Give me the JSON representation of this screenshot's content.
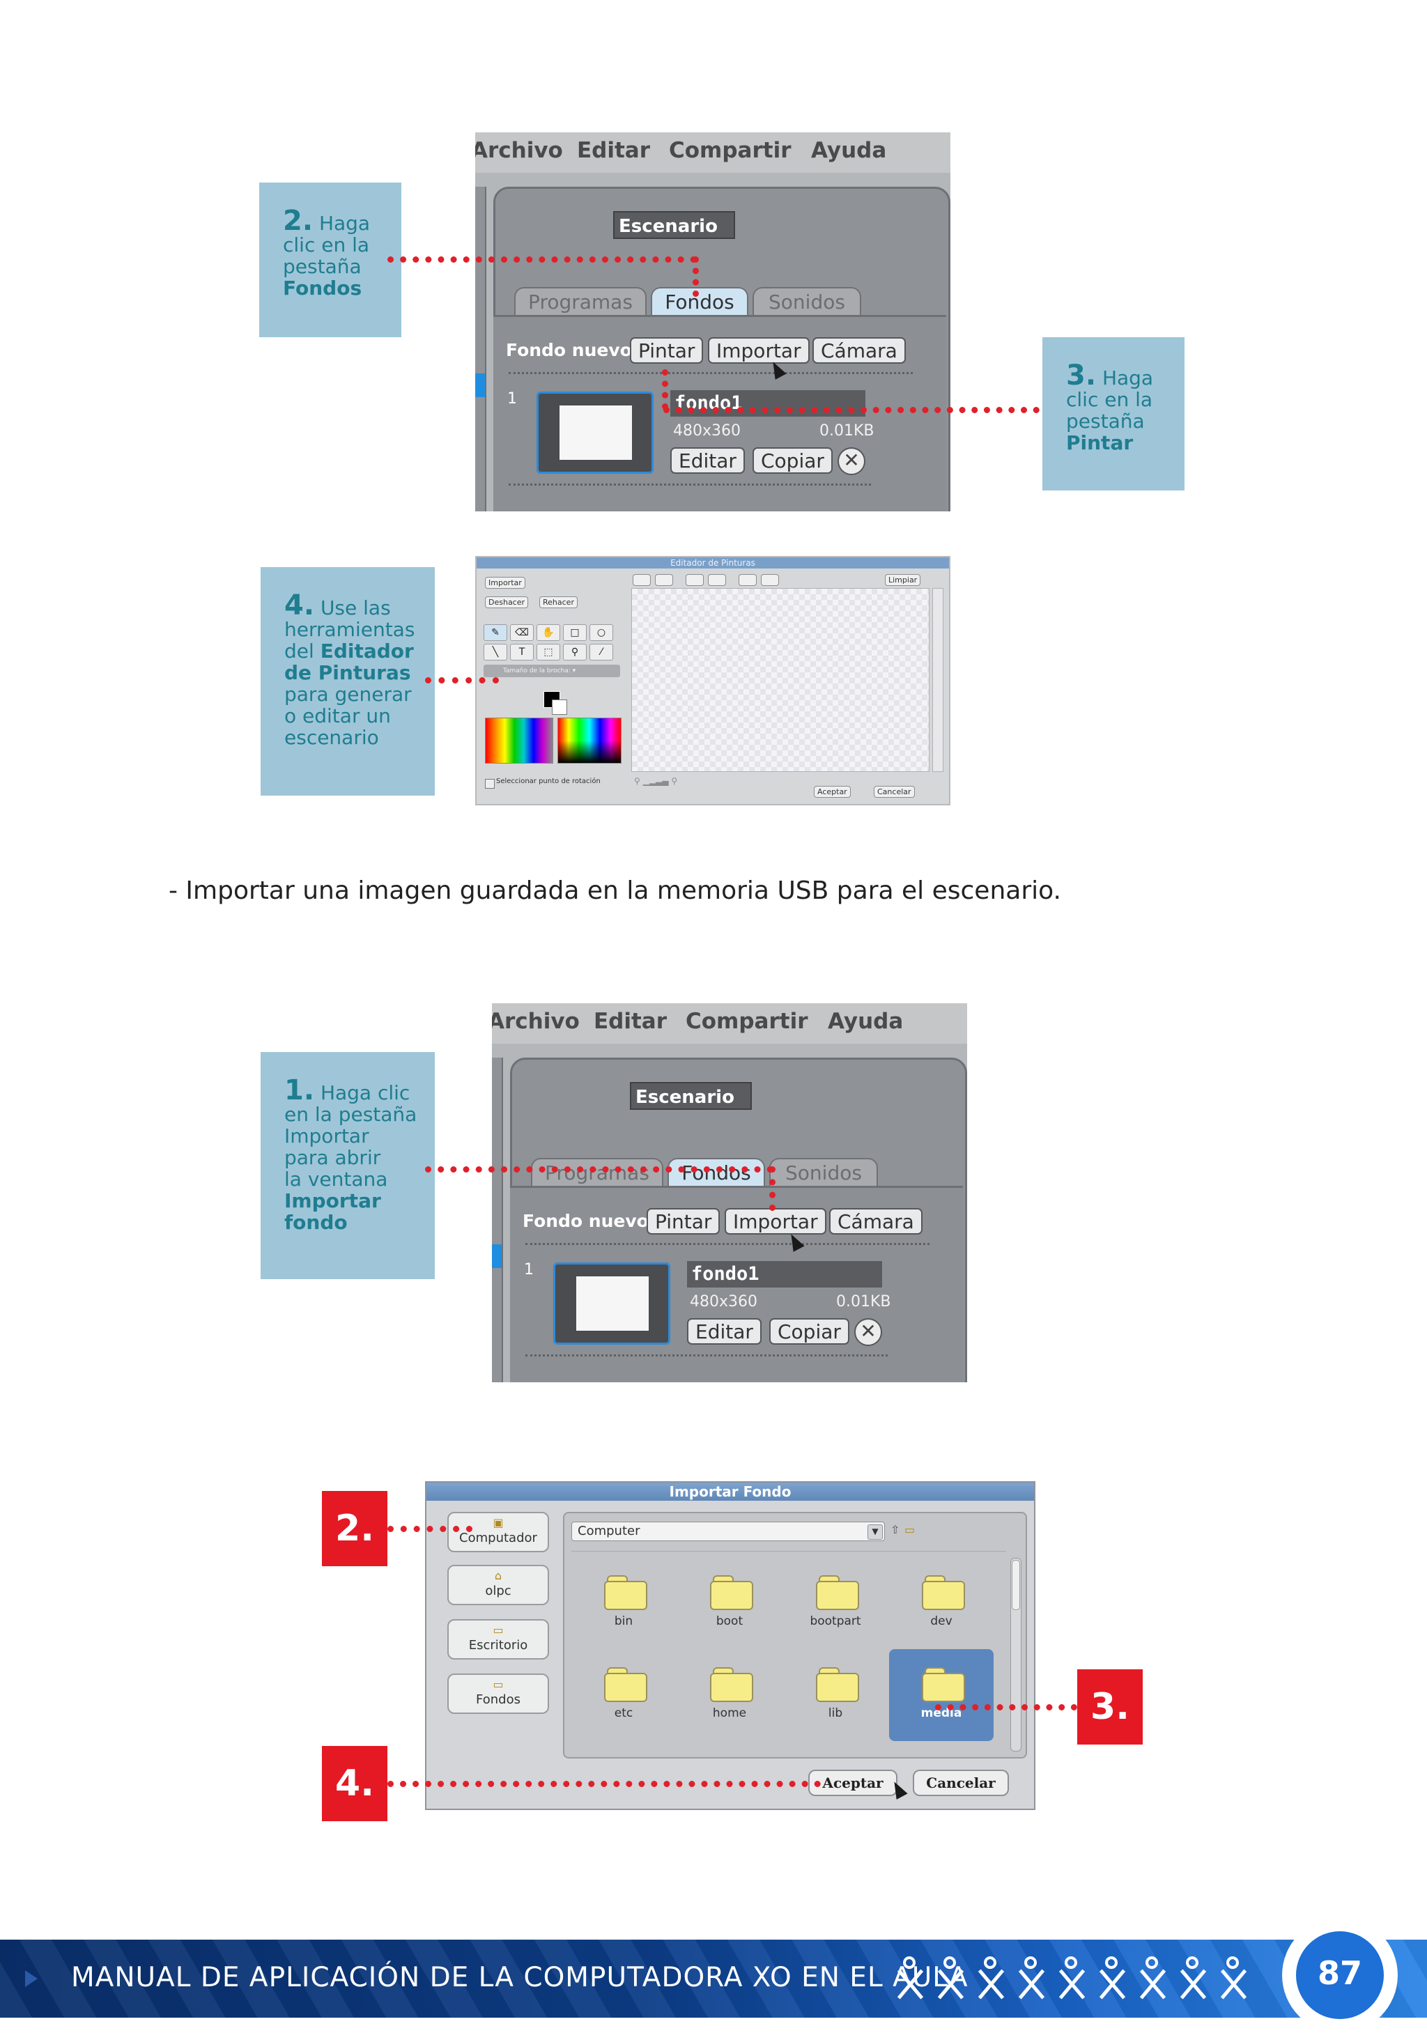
{
  "scratch1": {
    "menu": [
      "Archivo",
      "Editar",
      "Compartir",
      "Ayuda"
    ],
    "sprite_name": "Escenario",
    "tabs": [
      "Programas",
      "Fondos",
      "Sonidos"
    ],
    "new_background_label": "Fondo nuevo:",
    "buttons": {
      "paint": "Pintar",
      "import": "Importar",
      "camera": "Cámara"
    },
    "costume": {
      "index": "1",
      "name": "fondo1",
      "size": "480x360",
      "bytes": "0.01KB",
      "edit": "Editar",
      "copy": "Copiar",
      "delete": "✕"
    }
  },
  "scratch2": {
    "menu": [
      "Archivo",
      "Editar",
      "Compartir",
      "Ayuda"
    ],
    "sprite_name": "Escenario",
    "tabs": [
      "Programas",
      "Fondos",
      "Sonidos"
    ],
    "new_background_label": "Fondo nuevo:",
    "buttons": {
      "paint": "Pintar",
      "import": "Importar",
      "camera": "Cámara"
    },
    "costume": {
      "index": "1",
      "name": "fondo1",
      "size": "480x360",
      "bytes": "0.01KB",
      "edit": "Editar",
      "copy": "Copiar",
      "delete": "✕"
    }
  },
  "callouts": {
    "c2": {
      "n": "2.",
      "l1": "Haga",
      "l2": "clic en la",
      "l3": "pestaña",
      "b": "Fondos"
    },
    "c3": {
      "n": "3.",
      "l1": "Haga",
      "l2": "clic en la",
      "l3": "pestaña",
      "b": "Pintar"
    },
    "c4": {
      "n": "4.",
      "l1": "Use las",
      "l2": "herramientas",
      "l3": "del",
      "b1": "Editador",
      "b2": "de Pinturas",
      "l4": "para generar",
      "l5": "o editar un",
      "l6": "escenario"
    },
    "c1": {
      "n": "1.",
      "l1": "Haga clic",
      "l2": "en la pestaña",
      "l3": "Importar",
      "l4": "para abrir",
      "l5": "la ventana",
      "b1": "Importar",
      "b2": "fondo"
    }
  },
  "paint_editor": {
    "title": "Editador de Pinturas",
    "import": "Importar",
    "undo": "Deshacer",
    "redo": "Rehacer",
    "clear": "Limpiar",
    "brush_size": "Tamaño de la brocha: ▾",
    "rotation": "Seleccionar punto de rotación",
    "ok": "Aceptar",
    "cancel": "Cancelar"
  },
  "body_text": "- Importar una imagen guardada en la memoria USB para el escenario.",
  "import_dialog": {
    "title": "Importar Fondo",
    "places": [
      {
        "label": "Computador",
        "icon": "computer-icon"
      },
      {
        "label": "olpc",
        "icon": "home-icon"
      },
      {
        "label": "Escritorio",
        "icon": "desktop-folder-icon"
      },
      {
        "label": "Fondos",
        "icon": "backgrounds-folder-icon"
      }
    ],
    "location": "Computer",
    "files": [
      "bin",
      "boot",
      "bootpart",
      "dev",
      "etc",
      "home",
      "lib",
      "media"
    ],
    "selected": "media",
    "ok": "Aceptar",
    "cancel": "Cancelar"
  },
  "markers": {
    "m2": "2.",
    "m3": "3.",
    "m4": "4."
  },
  "footer": {
    "title": "MANUAL DE APLICACIÓN DE LA COMPUTADORA XO EN EL AULA",
    "page": "87"
  },
  "colors": {
    "callout_bg": "#9fc6d8",
    "callout_text": "#1f7d90",
    "marker_red": "#e51923",
    "footer_blue": "#1e6fd6"
  }
}
